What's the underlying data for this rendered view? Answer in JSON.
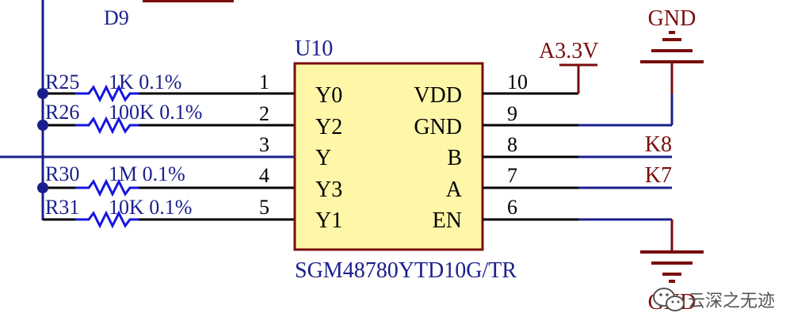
{
  "top_designator": "D9",
  "ic": {
    "designator": "U10",
    "part_number": "SGM48780YTD10G/TR",
    "body_color": "#fff7a8",
    "left_pins": [
      {
        "number": "1",
        "name": "Y0"
      },
      {
        "number": "2",
        "name": "Y2"
      },
      {
        "number": "3",
        "name": "Y"
      },
      {
        "number": "4",
        "name": "Y3"
      },
      {
        "number": "5",
        "name": "Y1"
      }
    ],
    "right_pins": [
      {
        "number": "10",
        "name": "VDD"
      },
      {
        "number": "9",
        "name": "GND"
      },
      {
        "number": "8",
        "name": "B"
      },
      {
        "number": "7",
        "name": "A"
      },
      {
        "number": "6",
        "name": "EN"
      }
    ]
  },
  "resistors": [
    {
      "designator": "R25",
      "value": "1K 0.1%"
    },
    {
      "designator": "R26",
      "value": "100K 0.1%"
    },
    {
      "designator": "R30",
      "value": "1M 0.1%"
    },
    {
      "designator": "R31",
      "value": "10K 0.1%"
    }
  ],
  "power": {
    "supply_label": "A3.3V",
    "ground_top_label": "GND",
    "ground_bottom_label": "GND"
  },
  "net_labels": {
    "k8": "K8",
    "k7": "K7"
  },
  "watermark": {
    "icon": "wechat-icon",
    "text": "云深之无迹"
  },
  "colors": {
    "wire": "#1a1f8c",
    "wire_black": "#000000",
    "power_symbol": "#7a0d0d",
    "resistor": "#1515e0",
    "junction": "#1a1f8c"
  }
}
